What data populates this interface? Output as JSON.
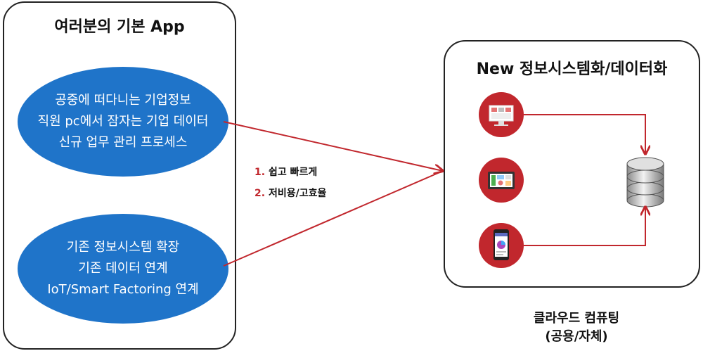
{
  "left_panel": {
    "title": "여러분의 기본 App",
    "ellipse_top_lines": [
      "공중에 떠다니는 기업정보",
      "직원 pc에서 잠자는 기업 데이터",
      "신규 업무 관리 프로세스"
    ],
    "ellipse_bottom_lines": [
      "기존 정보시스템 확장",
      "기존 데이터 연계",
      "IoT/Smart Factoring 연계"
    ]
  },
  "steps": [
    {
      "num": "1.",
      "text": "쉽고 빠르게"
    },
    {
      "num": "2.",
      "text": "저비용/고효율"
    }
  ],
  "right_panel": {
    "title": "New 정보시스템화/데이터화"
  },
  "cloud_label": {
    "line1": "클라우드 컴퓨팅",
    "line2": "(공용/자체)"
  },
  "icons": [
    "desktop-monitor-icon",
    "tablet-icon",
    "smartphone-icon",
    "database-icon"
  ],
  "colors": {
    "ellipse_blue": "#1f74c9",
    "accent_red": "#c1272d",
    "panel_border": "#222222"
  }
}
